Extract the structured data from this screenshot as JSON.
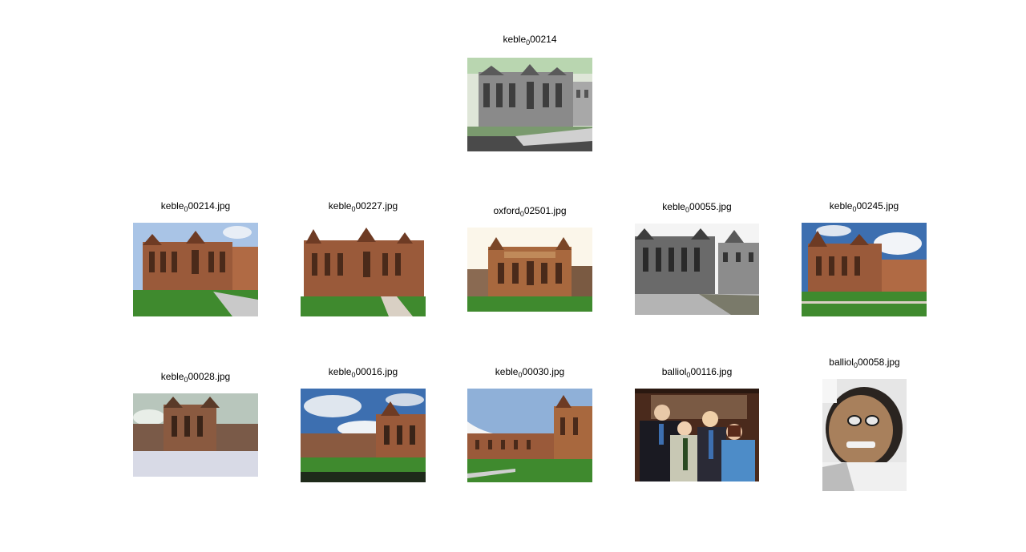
{
  "query": {
    "title": {
      "pre": "keble",
      "sub": "0",
      "post": "00214"
    },
    "image_description": "grayscale gothic college building with cloisters"
  },
  "results": [
    {
      "title": {
        "pre": "keble",
        "sub": "0",
        "post": "00214.jpg"
      }
    },
    {
      "title": {
        "pre": "keble",
        "sub": "0",
        "post": "00227.jpg"
      }
    },
    {
      "title": {
        "pre": "oxford",
        "sub": "0",
        "post": "02501.jpg"
      }
    },
    {
      "title": {
        "pre": "keble",
        "sub": "0",
        "post": "00055.jpg"
      }
    },
    {
      "title": {
        "pre": "keble",
        "sub": "0",
        "post": "00245.jpg"
      }
    },
    {
      "title": {
        "pre": "keble",
        "sub": "0",
        "post": "00028.jpg"
      }
    },
    {
      "title": {
        "pre": "keble",
        "sub": "0",
        "post": "00016.jpg"
      }
    },
    {
      "title": {
        "pre": "keble",
        "sub": "0",
        "post": "00030.jpg"
      }
    },
    {
      "title": {
        "pre": "balliol",
        "sub": "0",
        "post": "00116.jpg"
      }
    },
    {
      "title": {
        "pre": "balliol",
        "sub": "0",
        "post": "00058.jpg"
      }
    }
  ],
  "colors": {
    "brick": "#9a5a3a",
    "brick_dark": "#6e3b24",
    "grass": "#3f8a2e",
    "sky": "#a9c4e6",
    "sky_deep": "#3d6fb0",
    "gray_building": "#8a8a8a",
    "gray_dark": "#4d4d4d",
    "gray_light": "#c8c8c8",
    "pale": "#eef0e6"
  }
}
